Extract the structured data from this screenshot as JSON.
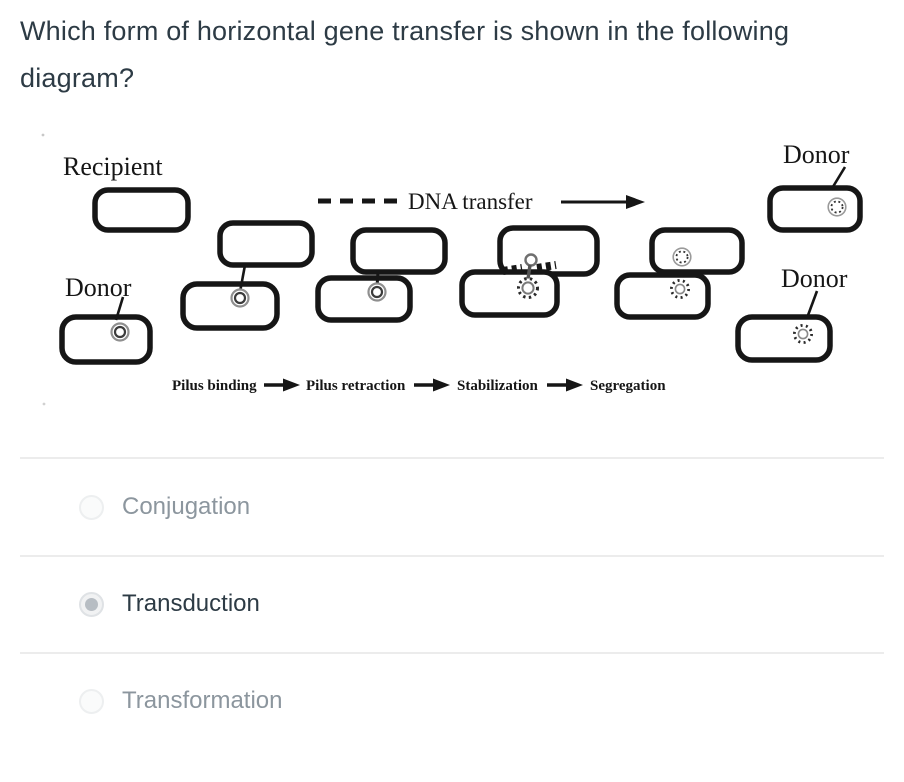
{
  "question": {
    "title": "Which form of horizontal gene transfer is shown in the following diagram?"
  },
  "diagram": {
    "labels": {
      "recipient": "Recipient",
      "donor_left": "Donor",
      "donor_top_right": "Donor",
      "donor_bottom_right": "Donor"
    },
    "legend": {
      "dna_transfer": "DNA transfer"
    },
    "stages": [
      "Pilus binding",
      "Pilus retraction",
      "Stabilization",
      "Segregation"
    ]
  },
  "options": [
    {
      "label": "Conjugation",
      "selected": false
    },
    {
      "label": "Transduction",
      "selected": true
    },
    {
      "label": "Transformation",
      "selected": false
    }
  ],
  "colors": {
    "title_text": "#2D3B45",
    "muted_option_text": "#8C969E",
    "selected_option_text": "#2D3B45",
    "divider": "#ECECEC",
    "radio_dot": "#B7BDC3",
    "diagram_ink": "#161616"
  }
}
